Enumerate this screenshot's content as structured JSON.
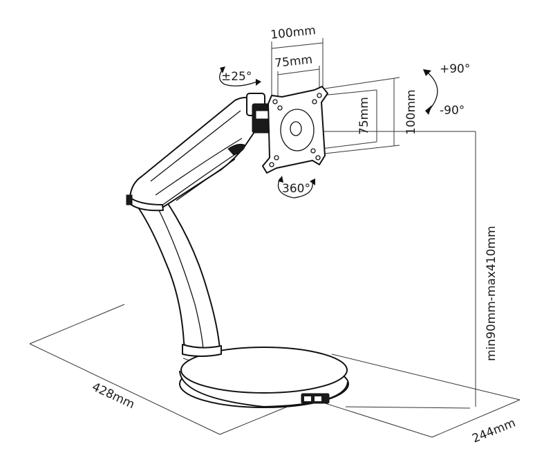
{
  "labels": {
    "vesa_outer_top": "100mm",
    "vesa_inner_top": "75mm",
    "vesa_inner_side": "75mm",
    "vesa_outer_side": "100mm",
    "tilt": "±25°",
    "rotate_plus": "+90°",
    "rotate_minus": "-90°",
    "swivel": "360°",
    "height_range": "min90mm-max410mm",
    "base_length": "428mm",
    "base_width": "244mm"
  },
  "colors": {
    "stroke": "#111111",
    "dimension": "#333333",
    "fill": "#ffffff"
  }
}
